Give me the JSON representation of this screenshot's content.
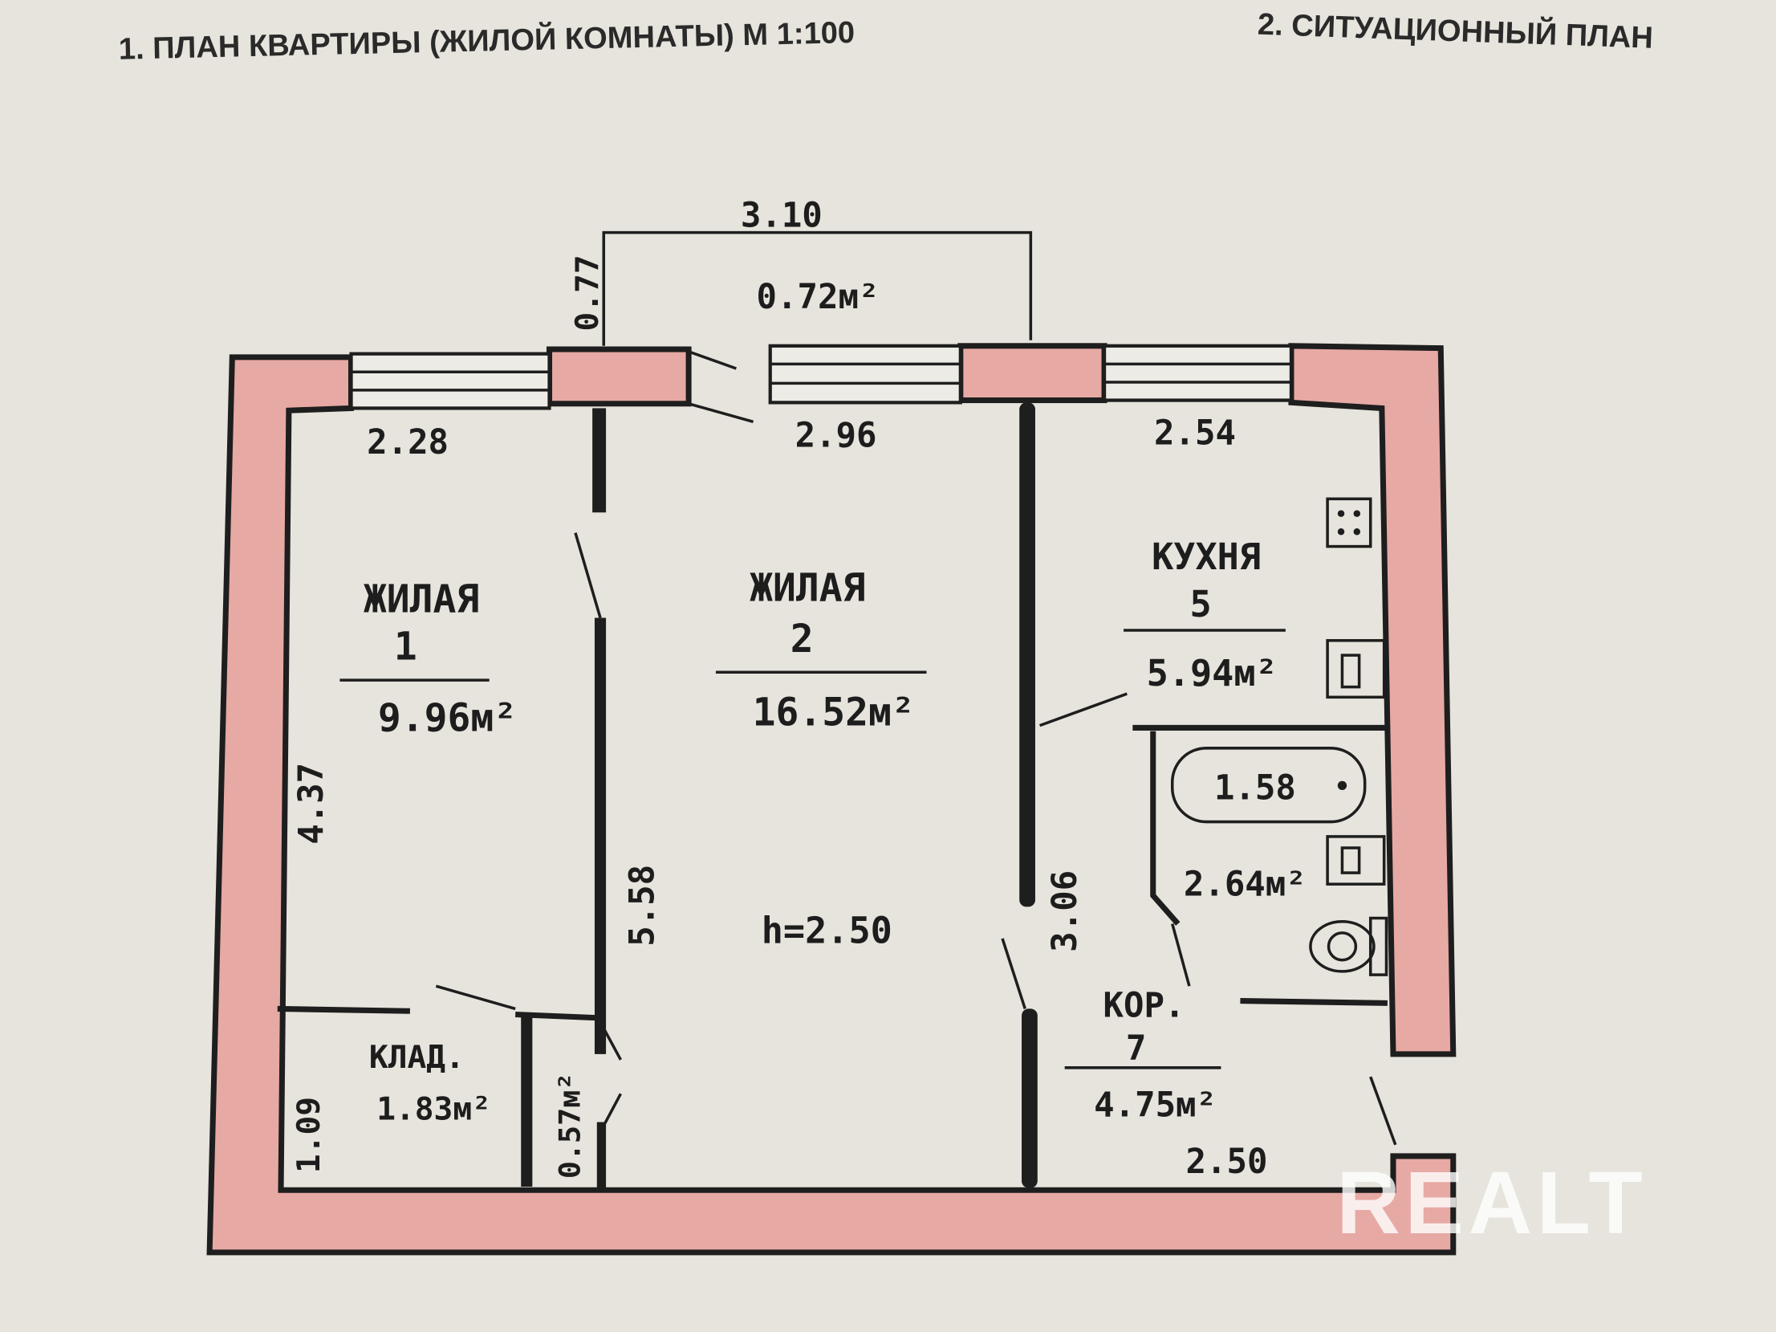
{
  "header": {
    "plan_title": "1. ПЛАН КВАРТИРЫ (ЖИЛОЙ КОМНАТЫ) М 1:100",
    "situation_title": "2. СИТУАЦИОННЫЙ ПЛАН"
  },
  "balcony": {
    "width": "3.10",
    "depth": "0.77",
    "area": "0.72м²"
  },
  "dimensions": {
    "room1_width": "2.28",
    "room2_width": "2.96",
    "kitchen_width": "2.54",
    "room1_length": "4.37",
    "room2_length": "5.58",
    "corridor_length": "3.06",
    "storage_depth": "1.09",
    "corridor_width": "2.50",
    "height": "h=2.50"
  },
  "rooms": [
    {
      "name": "ЖИЛАЯ",
      "number": "1",
      "area": "9.96м²"
    },
    {
      "name": "ЖИЛАЯ",
      "number": "2",
      "area": "16.52м²"
    },
    {
      "name": "КУХНЯ",
      "number": "5",
      "area": "5.94м²"
    },
    {
      "name": "КОР.",
      "number": "7",
      "area": "4.75м²"
    },
    {
      "name": "КЛАД.",
      "area": "1.83м²"
    },
    {
      "area": "0.57м²"
    },
    {
      "area": "2.64м²"
    },
    {
      "area": "1.58"
    }
  ],
  "watermark": "REALT"
}
